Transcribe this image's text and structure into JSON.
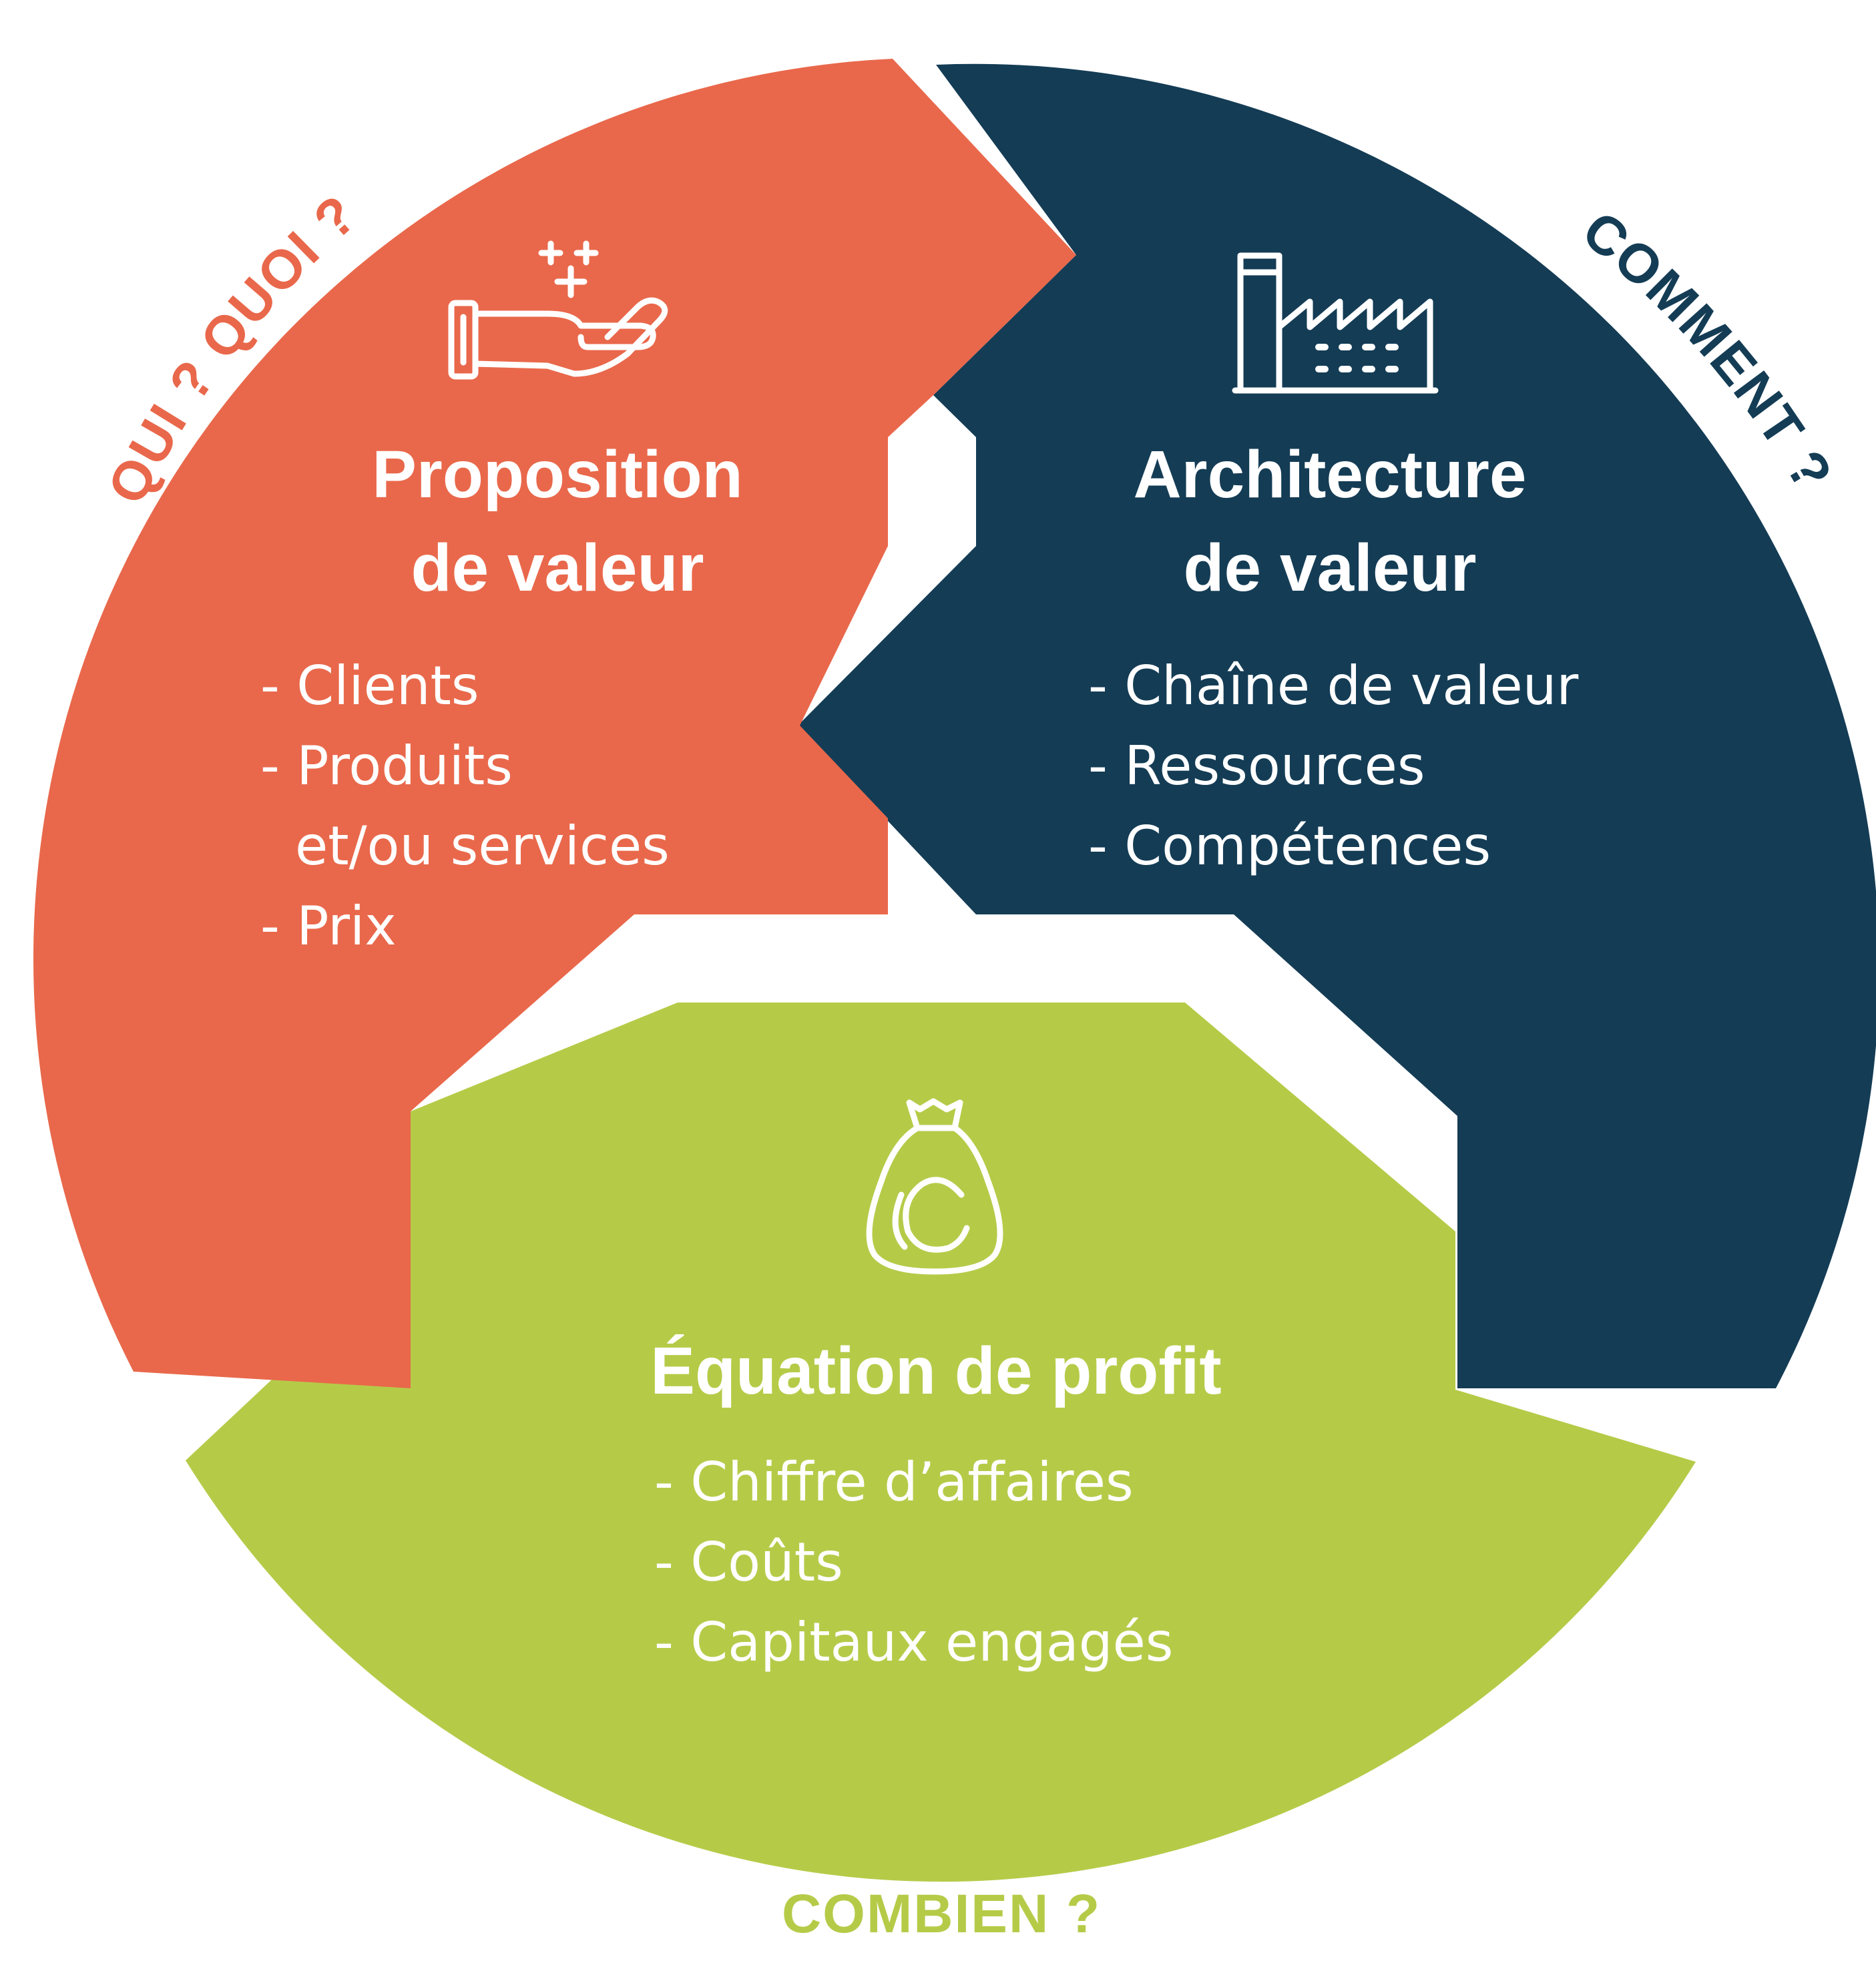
{
  "colors": {
    "proposition": "#E9684B",
    "architecture": "#143C55",
    "equation": "#B5CB48",
    "text": "#FFFFFF"
  },
  "proposition": {
    "icon": "hand-offering-icon",
    "title_line1": "Proposition",
    "title_line2": "de valeur",
    "items": [
      "- Clients",
      "- Produits",
      "et/ou services",
      "- Prix"
    ]
  },
  "architecture": {
    "icon": "factory-icon",
    "title_line1": "Architecture",
    "title_line2": "de valeur",
    "items": [
      "- Chaîne de valeur",
      "- Ressources",
      "- Compétences"
    ]
  },
  "equation": {
    "icon": "money-bag-icon",
    "title": "Équation de profit",
    "items": [
      "- Chiffre d’affaires",
      "- Coûts",
      "- Capitaux engagés"
    ]
  },
  "questions": {
    "proposition": "QUI ? QUOI ?",
    "architecture": "COMMENT ?",
    "equation": "COMBIEN ?"
  }
}
